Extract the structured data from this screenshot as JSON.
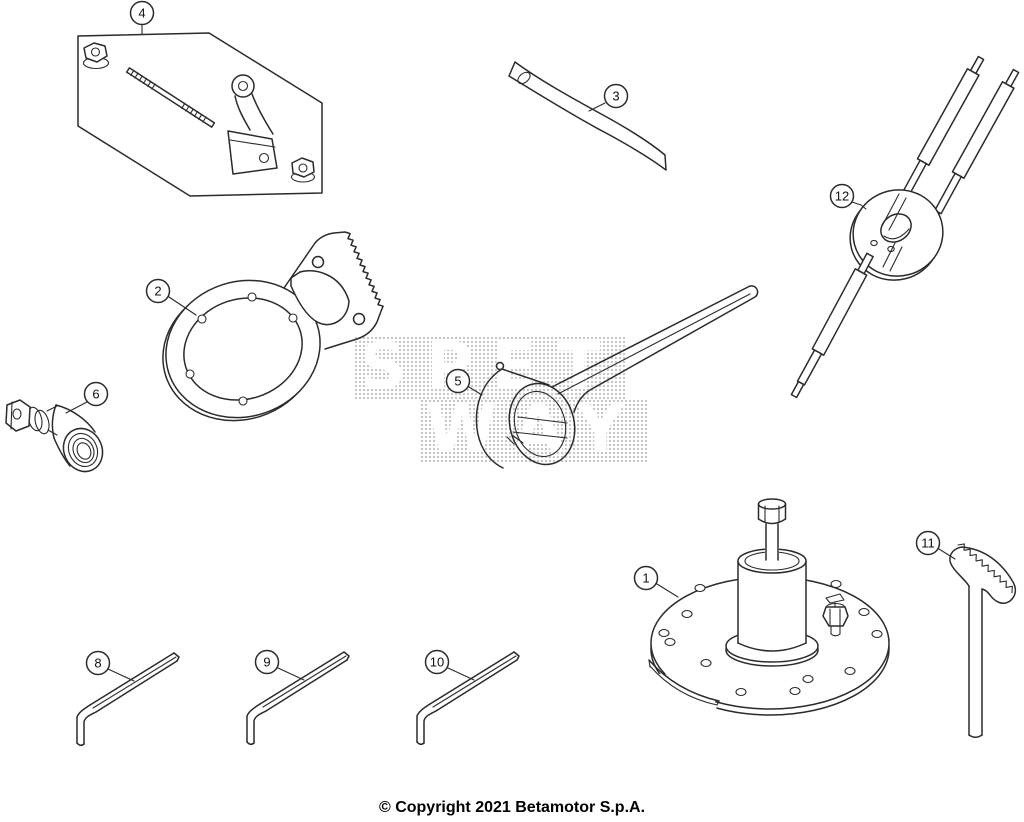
{
  "diagram": {
    "background_color": "#ffffff",
    "line_color": "#2b2b2b",
    "callouts": [
      {
        "number": "4"
      },
      {
        "number": "3"
      },
      {
        "number": "12"
      },
      {
        "number": "2"
      },
      {
        "number": "5"
      },
      {
        "number": "6"
      },
      {
        "number": "1"
      },
      {
        "number": "11"
      },
      {
        "number": "8"
      },
      {
        "number": "9"
      },
      {
        "number": "10"
      }
    ],
    "watermark": {
      "line1": "SPET",
      "line2": "WAY"
    },
    "copyright": "© Copyright 2021 Betamotor S.p.A."
  }
}
